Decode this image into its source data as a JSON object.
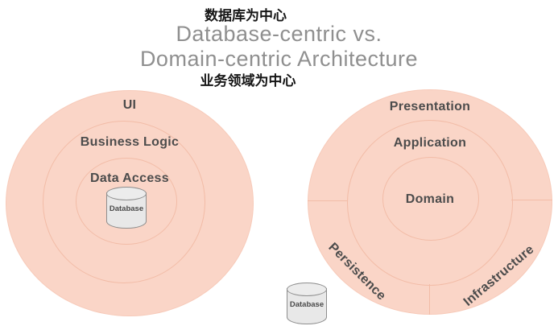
{
  "header": {
    "top_caption": "数据库为中心",
    "title_line1": "Database-centric vs.",
    "title_line2": "Domain-centric Architecture",
    "bottom_caption": "业务领域为中心"
  },
  "left_diagram": {
    "rings": [
      "UI",
      "Business Logic",
      "Data Access"
    ],
    "database_label": "Database"
  },
  "right_diagram": {
    "rings": [
      "Presentation",
      "Application",
      "Domain"
    ],
    "sectors": [
      "Persistence",
      "Infrastructure"
    ],
    "database_label": "Database"
  },
  "colors": {
    "circle_fill": "#fad5c7",
    "circle_stroke": "#f2bca7",
    "ring_label_text": "#4c4c4c",
    "title_text": "#8f8f8f",
    "caption_text": "#161616",
    "cylinder_fill": "#e8e8e8",
    "cylinder_stroke": "#8e8e8e",
    "background": "#ffffff"
  }
}
